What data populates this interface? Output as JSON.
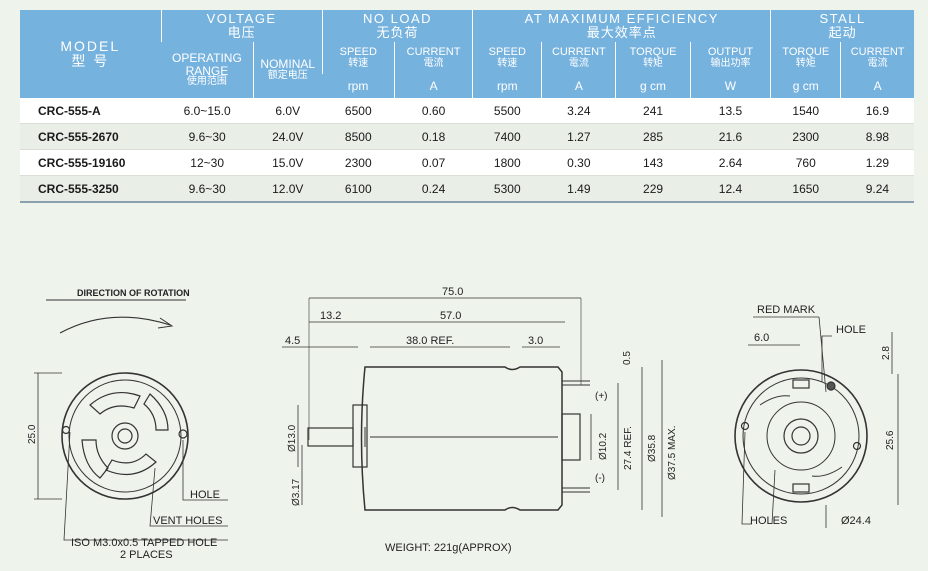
{
  "table": {
    "headers": {
      "model_en": "MODEL",
      "model_zh": "型 号",
      "groups": [
        {
          "en": "VOLTAGE",
          "zh": "电压"
        },
        {
          "en": "NO LOAD",
          "zh": "无负荷"
        },
        {
          "en": "AT MAXIMUM EFFICIENCY",
          "zh": "最大效率点"
        },
        {
          "en": "STALL",
          "zh": "起动"
        }
      ],
      "subs": [
        {
          "en": "OPERATING RANGE",
          "zh": "使用范围"
        },
        {
          "en": "NOMINAL",
          "zh": "额定电压"
        },
        {
          "en": "SPEED",
          "zh": "转速"
        },
        {
          "en": "CURRENT",
          "zh": "電流"
        },
        {
          "en": "SPEED",
          "zh": "转速"
        },
        {
          "en": "CURRENT",
          "zh": "電流"
        },
        {
          "en": "TORQUE",
          "zh": "转矩"
        },
        {
          "en": "OUTPUT",
          "zh": "输出功率"
        },
        {
          "en": "TORQUE",
          "zh": "转矩"
        },
        {
          "en": "CURRENT",
          "zh": "電流"
        }
      ],
      "units": [
        "rpm",
        "A",
        "rpm",
        "A",
        "g cm",
        "W",
        "g cm",
        "A"
      ]
    },
    "rows": [
      {
        "model": "CRC-555-A",
        "cells": [
          "6.0~15.0",
          "6.0V",
          "6500",
          "0.60",
          "5500",
          "3.24",
          "241",
          "13.5",
          "1540",
          "16.9"
        ]
      },
      {
        "model": "CRC-555-2670",
        "cells": [
          "9.6~30",
          "24.0V",
          "8500",
          "0.18",
          "7400",
          "1.27",
          "285",
          "21.6",
          "2300",
          "8.98"
        ]
      },
      {
        "model": "CRC-555-19160",
        "cells": [
          "12~30",
          "15.0V",
          "2300",
          "0.07",
          "1800",
          "0.30",
          "143",
          "2.64",
          "760",
          "1.29"
        ]
      },
      {
        "model": "CRC-555-3250",
        "cells": [
          "9.6~30",
          "12.0V",
          "6100",
          "0.24",
          "5300",
          "1.49",
          "229",
          "12.4",
          "1650",
          "9.24"
        ]
      }
    ]
  },
  "drawing": {
    "left": {
      "direction_label": "DIRECTION OF ROTATION",
      "dim_height": "25.0",
      "hole": "HOLE",
      "vent_holes": "VENT HOLES",
      "tapped_hole": "ISO M3.0x0.5 TAPPED HOLE",
      "tapped_places": "2 PLACES"
    },
    "side": {
      "overall": "75.0",
      "d13_2": "13.2",
      "d57": "57.0",
      "d4_5": "4.5",
      "d38": "38.0 REF.",
      "d3": "3.0",
      "d0_5": "0.5",
      "dia13": "Ø13.0",
      "dia3_17": "Ø3.17",
      "dia10_2": "Ø10.2",
      "ref27_4": "27.4 REF.",
      "dia35_8": "Ø35.8",
      "max37_5": "Ø37.5 MAX.",
      "plus": "(+)",
      "minus": "(-)"
    },
    "right": {
      "red_mark": "RED MARK",
      "hole": "HOLE",
      "d6": "6.0",
      "d2_8": "2.8",
      "d25_6": "25.6",
      "holes": "HOLES",
      "dia24_4": "Ø24.4"
    },
    "weight": "WEIGHT: 221g(APPROX)"
  }
}
